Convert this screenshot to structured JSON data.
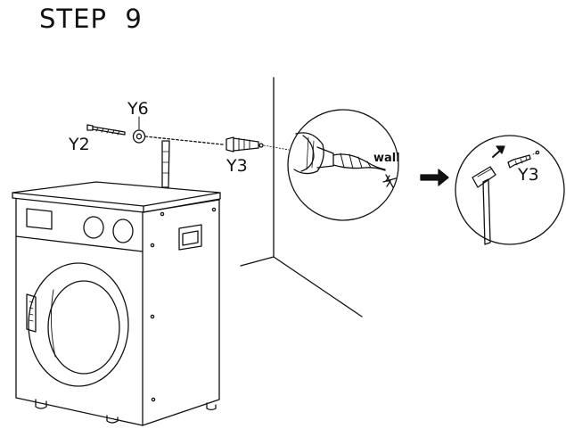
{
  "title": "STEP  9",
  "labels": {
    "y6": "Y6",
    "y2": "Y2",
    "y3": "Y3",
    "y3_right": "Y3",
    "wall": "wall"
  },
  "icons": {
    "drill": "drill-bit-icon",
    "hammer": "hammer-icon",
    "arrow": "arrow-right-icon",
    "no_hammer_drill": "no-hammer-drill-icon"
  },
  "colors": {
    "line": "#111111",
    "background": "#ffffff"
  }
}
